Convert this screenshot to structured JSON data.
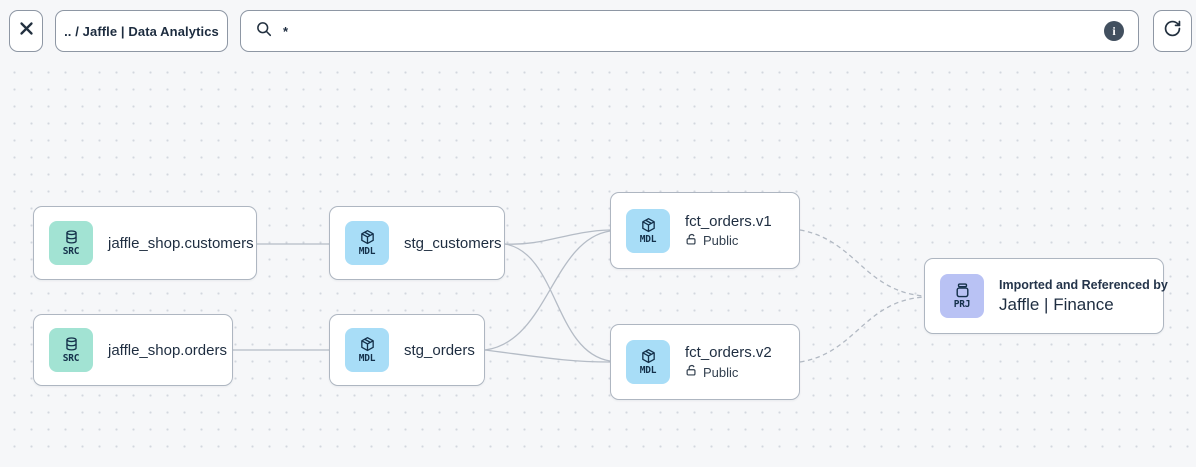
{
  "toolbar": {
    "close_icon": "x",
    "breadcrumb": ".. / Jaffle | Data Analytics",
    "search": {
      "icon": "magnifier",
      "value": "*",
      "info_icon": "info"
    },
    "refresh_icon": "refresh"
  },
  "graph": {
    "nodes": [
      {
        "id": "source-jaffle-shop-customers",
        "type": "source",
        "badge": "SRC",
        "label": "jaffle_shop.customers"
      },
      {
        "id": "source-jaffle-shop-orders",
        "type": "source",
        "badge": "SRC",
        "label": "jaffle_shop.orders"
      },
      {
        "id": "model-stg-customers",
        "type": "model",
        "badge": "MDL",
        "label": "stg_customers"
      },
      {
        "id": "model-stg-orders",
        "type": "model",
        "badge": "MDL",
        "label": "stg_orders"
      },
      {
        "id": "model-fct-orders-v1",
        "type": "model",
        "badge": "MDL",
        "label": "fct_orders.v1",
        "access": "Public"
      },
      {
        "id": "model-fct-orders-v2",
        "type": "model",
        "badge": "MDL",
        "label": "fct_orders.v2",
        "access": "Public"
      },
      {
        "id": "project-jaffle-finance",
        "type": "project",
        "badge": "PRJ",
        "caption": "Imported and Referenced by",
        "label": "Jaffle | Finance"
      }
    ],
    "edges": [
      {
        "from": "jaffle_shop.customers",
        "to": "stg_customers",
        "style": "solid"
      },
      {
        "from": "jaffle_shop.orders",
        "to": "stg_orders",
        "style": "solid"
      },
      {
        "from": "stg_customers",
        "to": "fct_orders.v1",
        "style": "solid"
      },
      {
        "from": "stg_customers",
        "to": "fct_orders.v2",
        "style": "solid"
      },
      {
        "from": "stg_orders",
        "to": "fct_orders.v1",
        "style": "solid"
      },
      {
        "from": "stg_orders",
        "to": "fct_orders.v2",
        "style": "solid"
      },
      {
        "from": "fct_orders.v1",
        "to": "Jaffle | Finance",
        "style": "dashed"
      },
      {
        "from": "fct_orders.v2",
        "to": "Jaffle | Finance",
        "style": "dashed"
      }
    ]
  },
  "colors": {
    "page_bg": "#f6f7f9",
    "dot_grid": "#d3d7de",
    "source_icon_bg": "#a2e3d3",
    "model_icon_bg": "#a8ddf7",
    "project_icon_bg": "#b9c2f4",
    "edge": "#b5bcc6",
    "text": "#1e2d40",
    "info_badge_bg": "#42505f"
  }
}
